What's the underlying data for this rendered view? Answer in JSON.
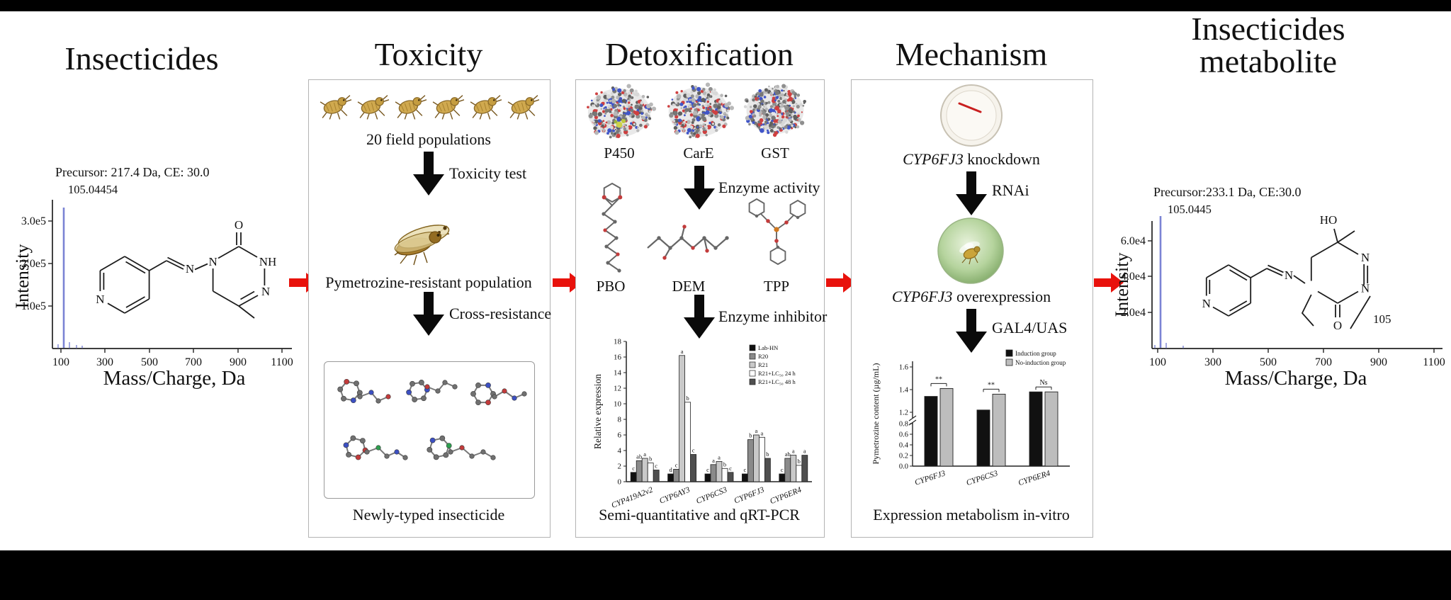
{
  "page": {
    "background": "#ffffff",
    "frame_color": "#000000"
  },
  "flow_arrows": {
    "color": "#e8120c",
    "count": 4
  },
  "sections": {
    "insecticides": {
      "title": "Insecticides",
      "spectrum": {
        "precursor": "Precursor: 217.4 Da, CE: 30.0",
        "peak_label": "105.04454",
        "y_axis_label": "Intensity",
        "y_ticks": [
          "3.0e5",
          "2.0e5",
          "1.0e5"
        ],
        "x_ticks": [
          "100",
          "300",
          "500",
          "700",
          "900",
          "1100"
        ],
        "x_axis_label": "Mass/Charge, Da",
        "peak_color": "#7b84d4"
      },
      "structure": {
        "name": "pymetrozine-structure",
        "pyridine_n": "N",
        "imine_n": "N",
        "ring_n1": "N",
        "ring_nh": "NH",
        "ring_n2": "N",
        "carbonyl_o": "O"
      }
    },
    "toxicity": {
      "title": "Toxicity",
      "populations_label": "20 field populations",
      "step1_label": "Toxicity test",
      "resistant_label": "Pymetrozine-resistant population",
      "step2_label": "Cross-resistance",
      "result_label": "Newly-typed insecticide"
    },
    "detoxification": {
      "title": "Detoxification",
      "enzymes": [
        "P450",
        "CarE",
        "GST"
      ],
      "step1_label": "Enzyme activity",
      "inhibitors": [
        "PBO",
        "DEM",
        "TPP"
      ],
      "step2_label": "Enzyme inhibitor",
      "caption": "Semi-quantitative and qRT-PCR"
    },
    "mechanism": {
      "title": "Mechanism",
      "knockdown_gene": "CYP6FJ3",
      "knockdown_rest": " knockdown",
      "step1_label": "RNAi",
      "overexpression_gene": "CYP6FJ3",
      "overexpression_rest": " overexpression",
      "step2_label": "GAL4/UAS",
      "caption": "Expression metabolism in-vitro"
    },
    "metabolite": {
      "title_line1": "Insecticides",
      "title_line2": "metabolite",
      "spectrum": {
        "precursor": "Precursor:233.1 Da, CE:30.0",
        "peak_label": "105.0445",
        "y_axis_label": "Intensity",
        "y_ticks": [
          "6.0e4",
          "4.0e4",
          "2.0e4"
        ],
        "x_ticks": [
          "100",
          "300",
          "500",
          "700",
          "900",
          "1100"
        ],
        "x_axis_label": "Mass/Charge, Da",
        "peak_color": "#7b84d4"
      },
      "structure": {
        "name": "pymetrozine-metabolite-structure",
        "hydroxyl": "HO",
        "pyridine_n": "N",
        "imine_n": "N",
        "ring_n1": "N",
        "ring_n2": "N",
        "carbonyl_o": "O",
        "fragment_label": "105"
      }
    }
  },
  "chart_data": [
    {
      "id": "qrtpcr",
      "type": "bar",
      "title": "",
      "ylabel": "Relative expression",
      "ylim": [
        0,
        18
      ],
      "yticks": [
        0,
        2,
        4,
        6,
        8,
        10,
        12,
        14,
        16,
        18
      ],
      "categories": [
        "CYP419A2v2",
        "CYP6AY3",
        "CYP6CS3",
        "CYP6FJ3",
        "CYP6ER4"
      ],
      "series": [
        {
          "name": "Lab-HN",
          "color": "#111111",
          "values": [
            1.2,
            1.0,
            1.0,
            1.0,
            1.0
          ]
        },
        {
          "name": "R20",
          "color": "#8a8a8a",
          "values": [
            2.7,
            1.6,
            2.2,
            5.4,
            3.0
          ]
        },
        {
          "name": "R21",
          "color": "#c9c9c9",
          "values": [
            3.0,
            16.2,
            2.6,
            6.0,
            3.4
          ]
        },
        {
          "name": "R21+LC₅₀ 24 h",
          "color": "#ffffff",
          "values": [
            2.4,
            10.2,
            1.7,
            5.7,
            2.1
          ]
        },
        {
          "name": "R21+LC₅₀ 48 h",
          "color": "#4f4f4f",
          "values": [
            1.5,
            3.5,
            1.2,
            3.0,
            3.4
          ]
        }
      ],
      "letters": [
        [
          "c",
          "ab",
          "a",
          "b",
          "c"
        ],
        [
          "d",
          "c",
          "a",
          "b",
          "c"
        ],
        [
          "c",
          "a",
          "a",
          "b",
          "c"
        ],
        [
          "c",
          "b",
          "a",
          "a",
          "b"
        ],
        [
          "c",
          "ab",
          "a",
          "b",
          "a"
        ]
      ],
      "legend_position": "top-right",
      "grid": false
    },
    {
      "id": "pymetrozine-content",
      "type": "bar",
      "title": "",
      "ylabel": "Pymetrozine content (µg/mL)",
      "broken_axis": true,
      "lower_ticks": [
        "0.0",
        "0.2",
        "0.4",
        "0.6",
        "0.8"
      ],
      "upper_ticks": [
        "1.2",
        "1.4",
        "1.6"
      ],
      "categories": [
        "CYP6FJ3",
        "CYP6CS3",
        "CYP6ER4"
      ],
      "series": [
        {
          "name": "Induction group",
          "color": "#111111",
          "values": [
            1.34,
            1.22,
            1.38
          ]
        },
        {
          "name": "No-induction group",
          "color": "#bdbdbd",
          "values": [
            1.41,
            1.36,
            1.38
          ]
        }
      ],
      "significance": [
        "**",
        "**",
        "Ns"
      ],
      "legend_position": "top-right",
      "grid": false
    }
  ]
}
